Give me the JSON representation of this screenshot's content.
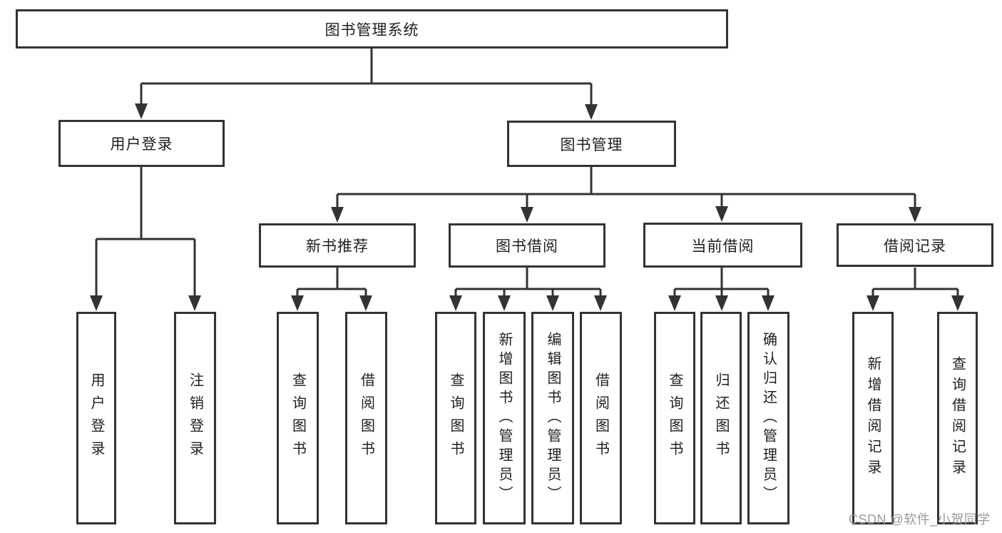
{
  "colors": {
    "background": "#ffffff",
    "line": "#333333",
    "box_border": "#333333",
    "box_fill": "#ffffff",
    "text": "#1f1f1f",
    "watermark_text_color": "#9b9b9b"
  },
  "watermark": {
    "text": "CSDN @软件_小贺同学"
  },
  "diagram": {
    "type": "hierarchy-tree",
    "title": "图书管理系统",
    "nodes": [
      {
        "id": "root",
        "label": "图书管理系统",
        "parent": null,
        "level": 1
      },
      {
        "id": "user-login",
        "label": "用户登录",
        "parent": "root",
        "level": 2
      },
      {
        "id": "book-management",
        "label": "图书管理",
        "parent": "root",
        "level": 2
      },
      {
        "id": "new-book-recommend",
        "label": "新书推荐",
        "parent": "book-management",
        "level": 3
      },
      {
        "id": "book-borrowing",
        "label": "图书借阅",
        "parent": "book-management",
        "level": 3
      },
      {
        "id": "current-borrowing",
        "label": "当前借阅",
        "parent": "book-management",
        "level": 3
      },
      {
        "id": "borrowing-records",
        "label": "借阅记录",
        "parent": "book-management",
        "level": 3
      },
      {
        "id": "leaf-user-login",
        "label": "用户登录",
        "parent": "user-login",
        "level": 4
      },
      {
        "id": "leaf-logout",
        "label": "注销登录",
        "parent": "user-login",
        "level": 4
      },
      {
        "id": "leaf-query-books-1",
        "label": "查询图书",
        "parent": "new-book-recommend",
        "level": 4
      },
      {
        "id": "leaf-borrow-books-1",
        "label": "借阅图书",
        "parent": "new-book-recommend",
        "level": 4
      },
      {
        "id": "leaf-query-books-2",
        "label": "查询图书",
        "parent": "book-borrowing",
        "level": 4
      },
      {
        "id": "leaf-add-books-admin",
        "label": "新增图书（管理员）",
        "parent": "book-borrowing",
        "level": 4
      },
      {
        "id": "leaf-edit-books-admin",
        "label": "编辑图书（管理员）",
        "parent": "book-borrowing",
        "level": 4
      },
      {
        "id": "leaf-borrow-books-2",
        "label": "借阅图书",
        "parent": "book-borrowing",
        "level": 4
      },
      {
        "id": "leaf-query-books-3",
        "label": "查询图书",
        "parent": "current-borrowing",
        "level": 4
      },
      {
        "id": "leaf-return-books",
        "label": "归还图书",
        "parent": "current-borrowing",
        "level": 4
      },
      {
        "id": "leaf-confirm-return-admin",
        "label": "确认归还（管理员）",
        "parent": "current-borrowing",
        "level": 4
      },
      {
        "id": "leaf-add-borrow-record",
        "label": "新增借阅记录",
        "parent": "borrowing-records",
        "level": 4
      },
      {
        "id": "leaf-query-borrow-record",
        "label": "查询借阅记录",
        "parent": "borrowing-records",
        "level": 4
      }
    ]
  }
}
